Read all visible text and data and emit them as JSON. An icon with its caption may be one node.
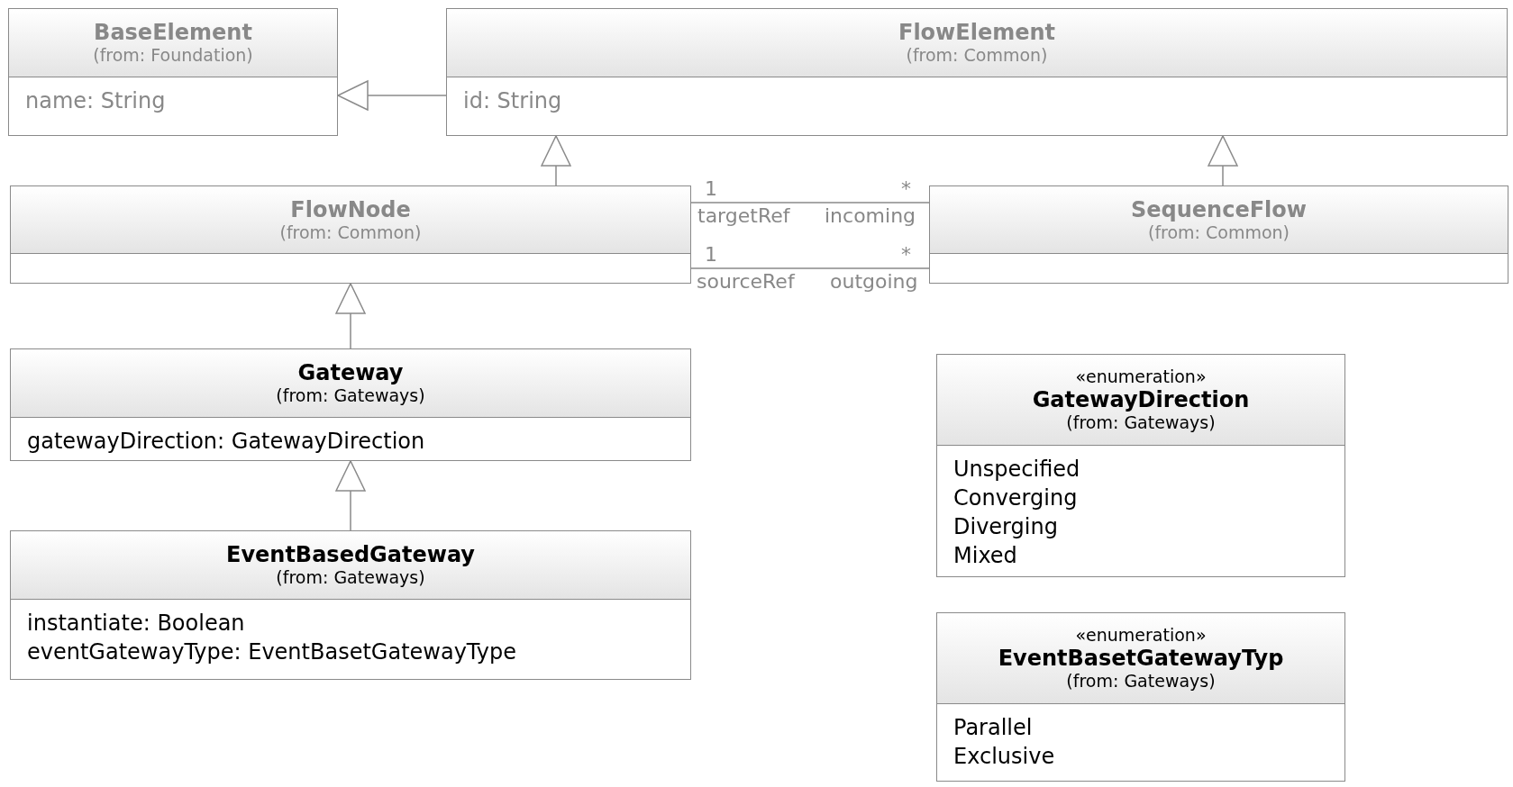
{
  "diagram": {
    "nodes": [
      {
        "text": [
          "BaseElement",
          "(from: Foundation)",
          "name: String"
        ]
      },
      {
        "text": [
          "FlowElement",
          "(from: Common)",
          "id: String"
        ]
      },
      {
        "text": [
          "FlowNode",
          "(from: Common)"
        ]
      },
      {
        "text": [
          "SequenceFlow",
          "(from: Common)"
        ]
      },
      {
        "text": [
          "Gateway",
          "(from: Gateways)",
          "gatewayDirection: GatewayDirection"
        ]
      },
      {
        "text": [
          "«enumeration»",
          "GatewayDirection",
          "(from: Gateways)",
          "Unspecified",
          "Converging",
          "Diverging",
          "Mixed"
        ]
      },
      {
        "text": [
          "EventBasedGateway",
          "(from: Gateways)",
          "instantiate: Boolean",
          "eventGatewayType: EventBasetGatewayType"
        ]
      },
      {
        "text": [
          "«enumeration»",
          "EventBasetGatewayTyp",
          "(from: Gateways)",
          "Parallel",
          "Exclusive"
        ]
      }
    ],
    "edges": [
      {
        "from": 1,
        "to": 0,
        "arrow": "to"
      },
      {
        "from": 2,
        "to": 1,
        "arrow": "to"
      },
      {
        "from": 3,
        "to": 1,
        "arrow": "to"
      },
      {
        "from": 2,
        "to": 3,
        "arrow": "none"
      },
      {
        "from": 2,
        "to": 3,
        "arrow": "none"
      },
      {
        "from": 4,
        "to": 2,
        "arrow": "to"
      },
      {
        "from": 6,
        "to": 4,
        "arrow": "to"
      }
    ],
    "labels": [
      "1",
      "*",
      "targetRef",
      "incoming",
      "1",
      "*",
      "sourceRef",
      "outgoing"
    ]
  }
}
